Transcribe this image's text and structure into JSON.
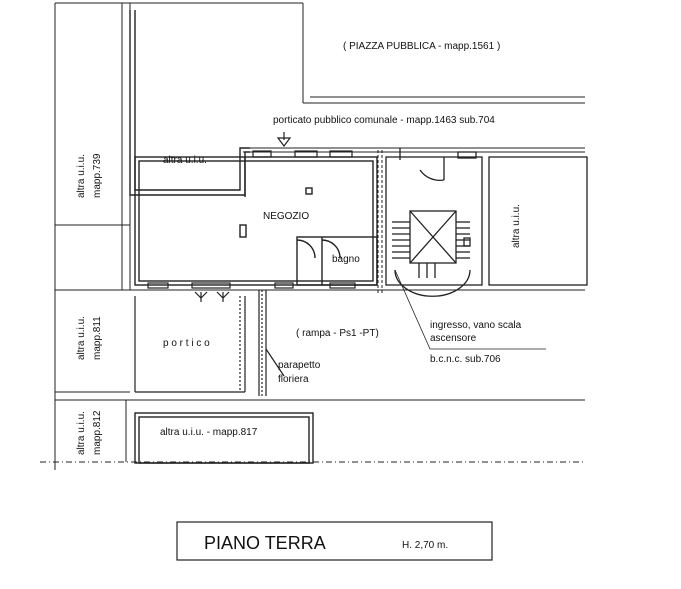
{
  "labels": {
    "piazza": "( PIAZZA PUBBLICA  - mapp.1561 )",
    "porticato": "porticato pubblico comunale - mapp.1463 sub.704",
    "altra_uiu_top": "altra u.i.u.",
    "altra_uiu_739_a": "altra u.i.u.",
    "altra_uiu_739_b": "mapp.739",
    "negozio": "NEGOZIO",
    "bagno": "bagno",
    "altra_uiu_right": "altra u.i.u.",
    "altra_uiu_811_a": "altra u.i.u.",
    "altra_uiu_811_b": "mapp.811",
    "portico": "p o r t i c o",
    "rampa": "( rampa - Ps1 -PT)",
    "ingresso_1": "ingresso, vano scala",
    "ingresso_2": "ascensore",
    "bcnc": "b.c.n.c.  sub.706",
    "parapetto_1": "parapetto",
    "parapetto_2": "floriera",
    "altra_uiu_812_a": "altra u.i.u.",
    "altra_uiu_812_b": "mapp.812",
    "altra_uiu_817": "altra u.i.u. - mapp.817"
  },
  "title": {
    "name": "PIANO  TERRA",
    "height": "H. 2,70 m."
  }
}
